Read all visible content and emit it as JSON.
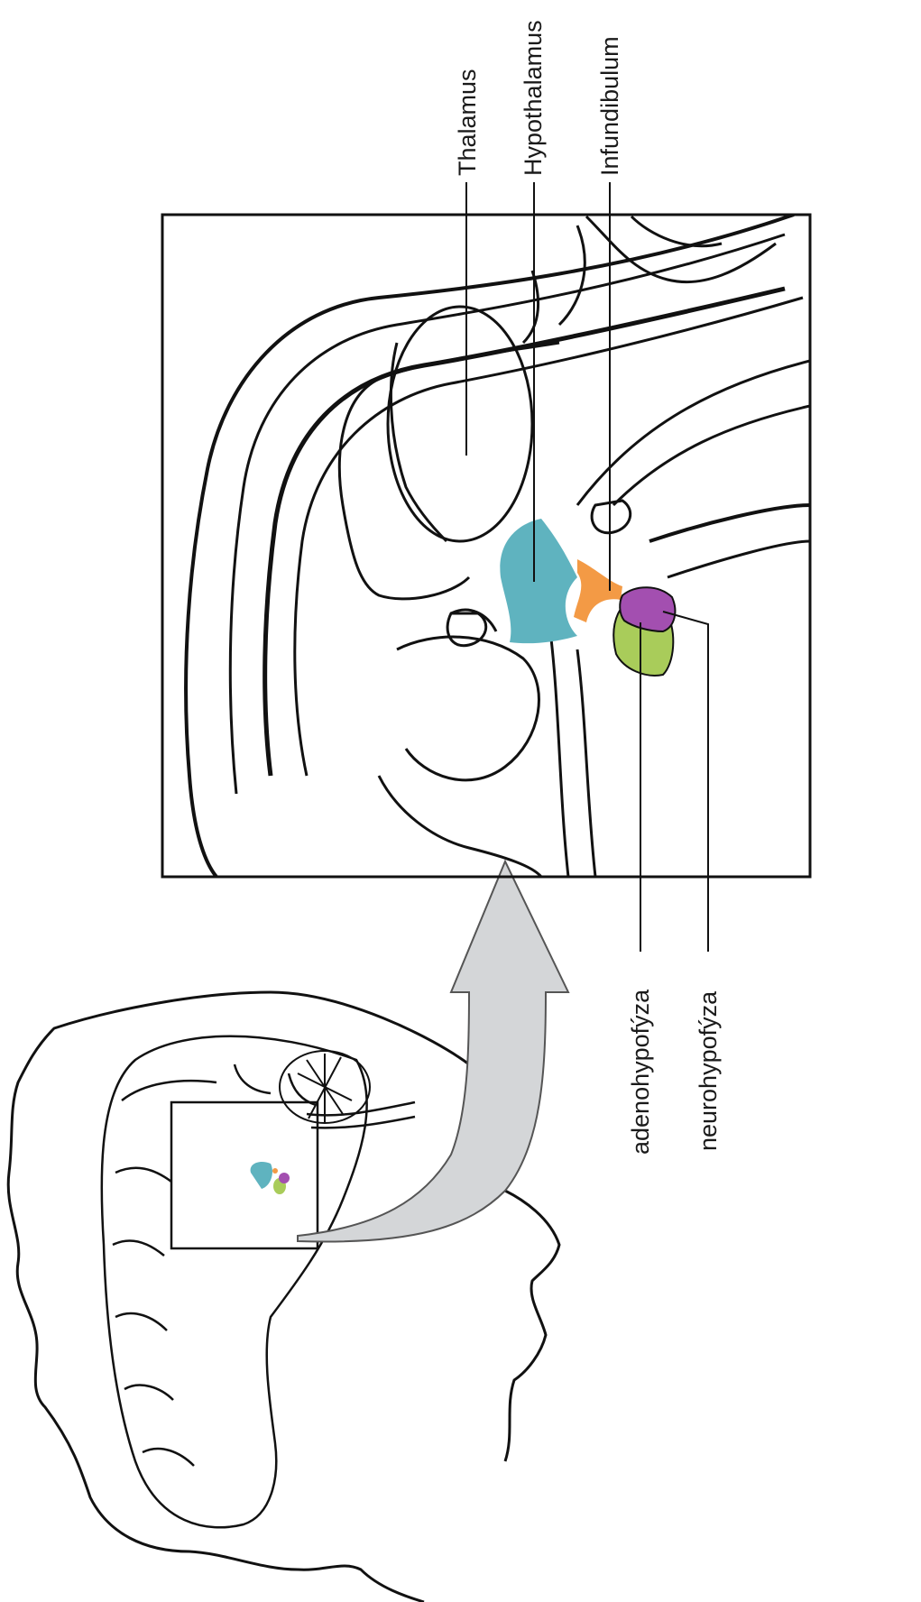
{
  "labels": {
    "thalamus": "Thalamus",
    "hypothalamus": "Hypothalamus",
    "infundibulum": "Infundibulum",
    "adenohypofyza": "adenohypofýza",
    "neurohypofyza": "neurohypofýza"
  },
  "colors": {
    "hypothalamus": "#5fb3bf",
    "infundibulum": "#f39a45",
    "adenohypofyza": "#a9cc5a",
    "neurohypofyza": "#a34fb0",
    "arrow": "#d4d6d8",
    "line": "#111111"
  }
}
